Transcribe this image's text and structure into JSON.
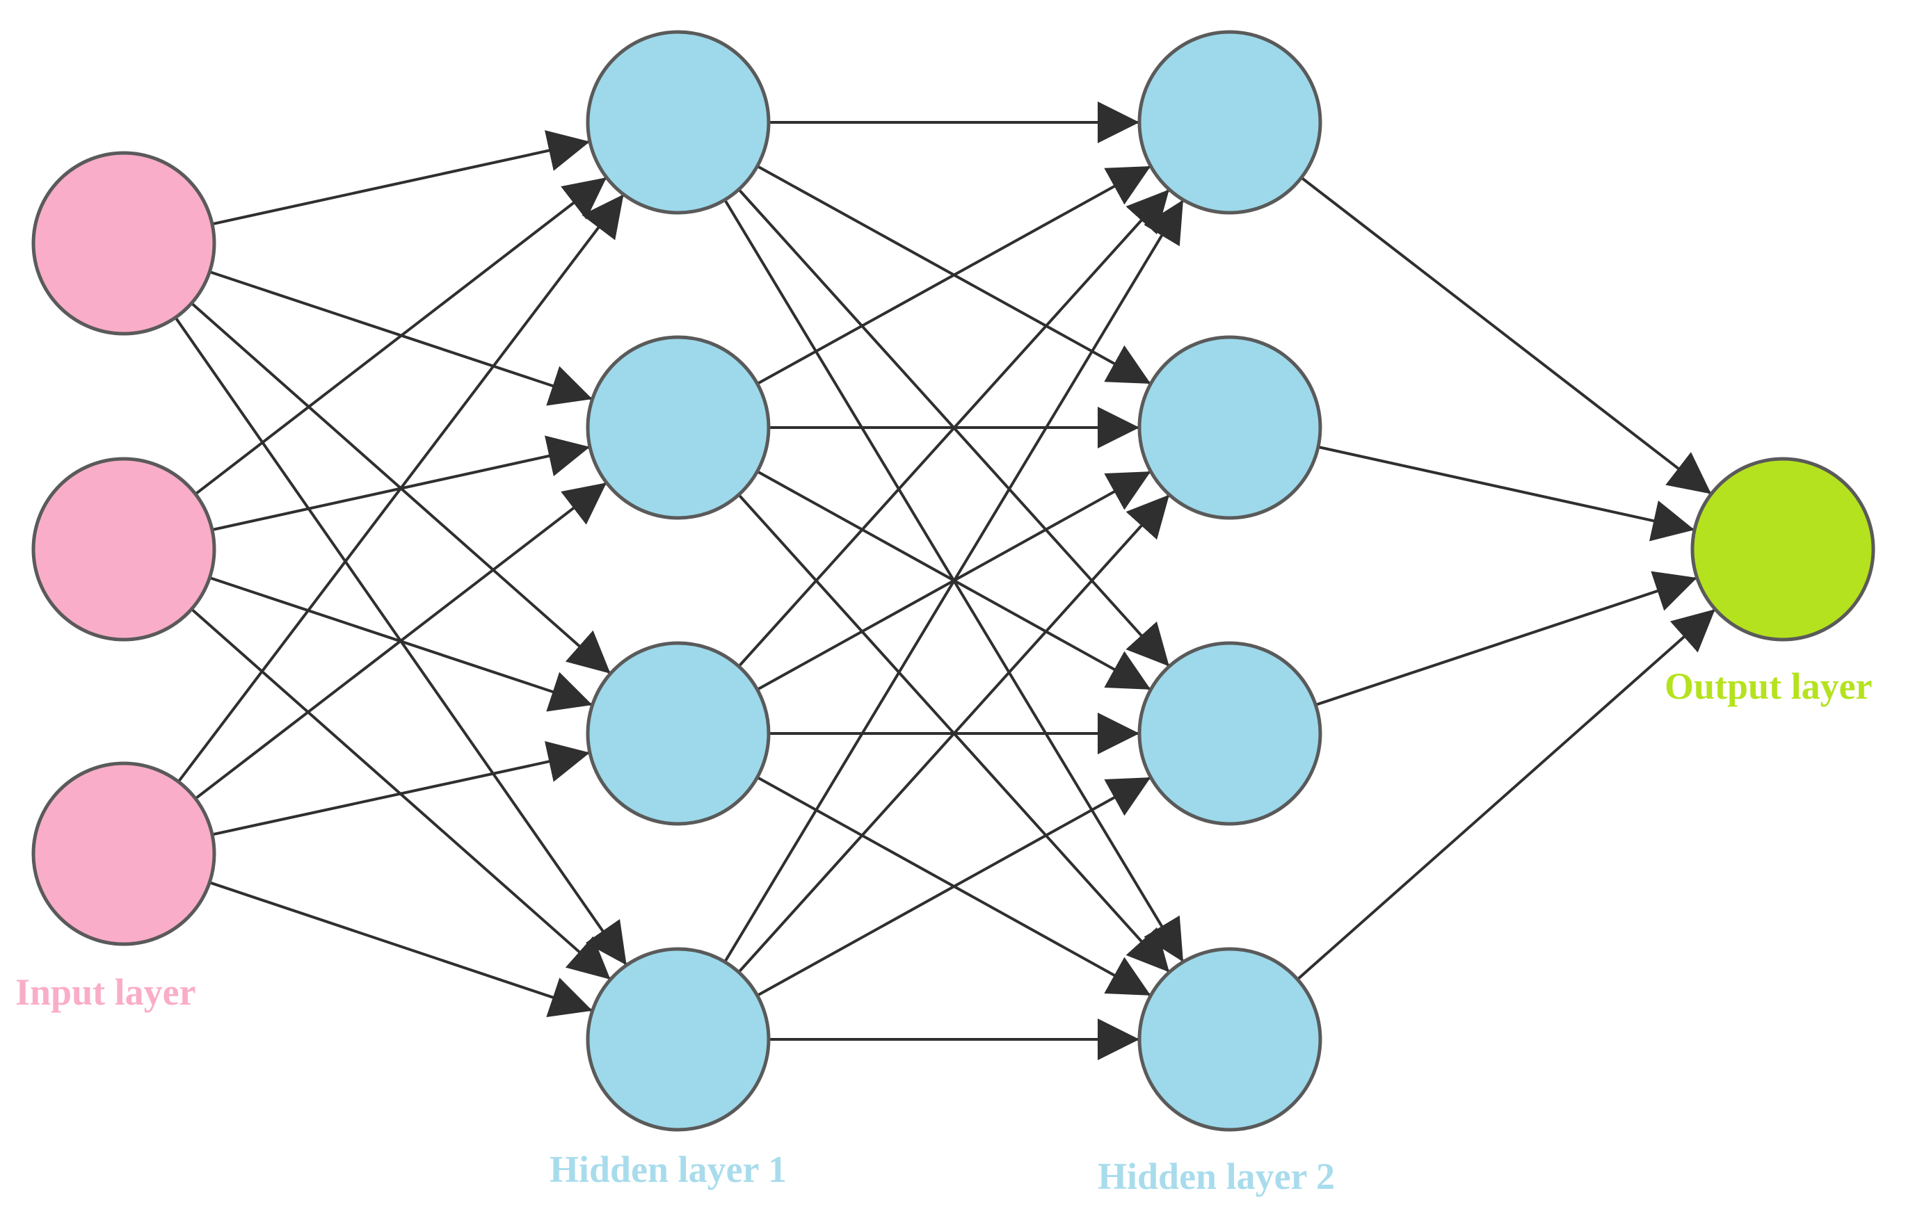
{
  "diagram": {
    "type": "feedforward-neural-network",
    "colors": {
      "input": "#f9adc8",
      "hidden": "#9dd9ea",
      "output": "#b5e21e",
      "input_label": "#f9adc8",
      "hidden_label": "#a8dcec",
      "output_label": "#b5e21e",
      "edge": "#2f2f2f",
      "node_outline": "#5a5a5a"
    },
    "layers": [
      {
        "id": "input",
        "label": "Input layer",
        "neurons": 3,
        "color": "#f9adc8",
        "label_color": "#f9adc8"
      },
      {
        "id": "hidden1",
        "label": "Hidden layer 1",
        "neurons": 4,
        "color": "#9dd9ea",
        "label_color": "#a8dcec"
      },
      {
        "id": "hidden2",
        "label": "Hidden layer 2",
        "neurons": 4,
        "color": "#9dd9ea",
        "label_color": "#a8dcec"
      },
      {
        "id": "output",
        "label": "Output layer",
        "neurons": 1,
        "color": "#b5e21e",
        "label_color": "#b5e21e"
      }
    ],
    "connectivity": "fully-connected",
    "edge_style": "arrow"
  }
}
